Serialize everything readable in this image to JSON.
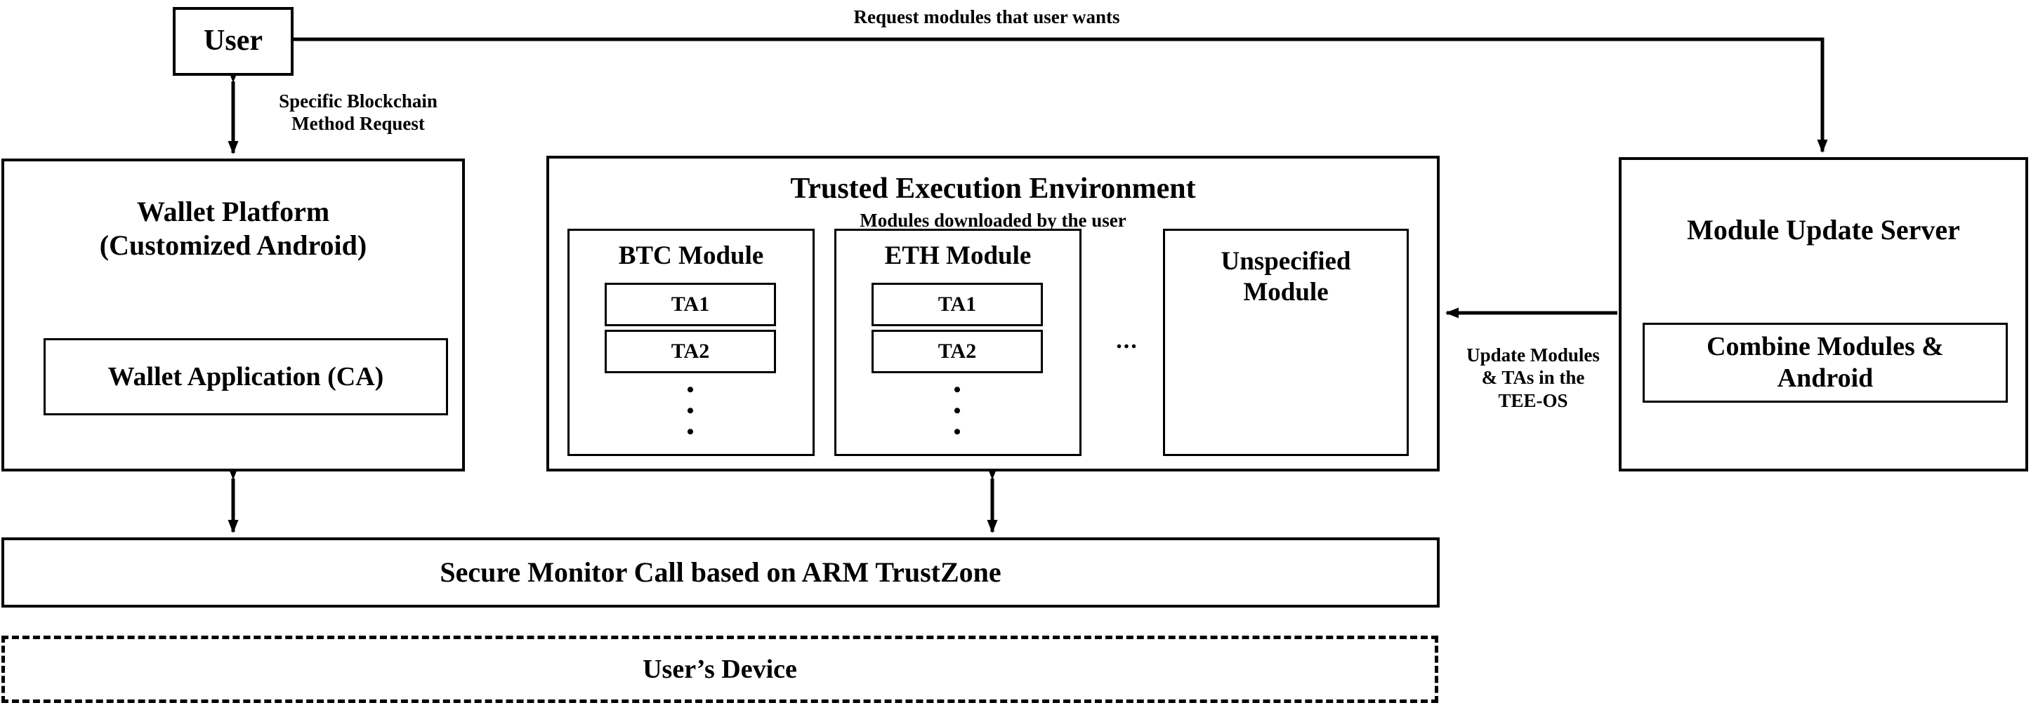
{
  "diagram": {
    "title": "Modular blockchain wallet architecture on ARM TrustZone",
    "nodes": {
      "user": {
        "label": "User"
      },
      "wallet_platform": {
        "label_line1": "Wallet Platform",
        "label_line2": "(Customized Android)",
        "inner": {
          "label": "Wallet Application (CA)"
        }
      },
      "tee": {
        "title": "Trusted Execution Environment",
        "subtitle": "Modules downloaded by the user",
        "ellipsis": "...",
        "modules": [
          {
            "name": "BTC Module",
            "tas": [
              "TA1",
              "TA2"
            ],
            "more": "•\n•\n•"
          },
          {
            "name": "ETH Module",
            "tas": [
              "TA1",
              "TA2"
            ],
            "more": "•\n•\n•"
          }
        ],
        "unspecified": {
          "label_line1": "Unspecified",
          "label_line2": "Module"
        }
      },
      "module_update_server": {
        "label": "Module Update Server",
        "inner": {
          "label_line1": "Combine Modules &",
          "label_line2": "Android"
        }
      },
      "secure_monitor": {
        "label": "Secure Monitor Call based on ARM TrustZone"
      },
      "user_device": {
        "label": "User’s Device"
      }
    },
    "edges": {
      "request_modules": {
        "label": "Request modules that user wants"
      },
      "blockchain_request": {
        "label_line1": "Specific Blockchain",
        "label_line2": "Method Request"
      },
      "update_modules": {
        "label_line1": "Update Modules",
        "label_line2": "& TAs in the",
        "label_line3": "TEE-OS"
      }
    },
    "colors": {
      "stroke": "#000000",
      "background": "#ffffff"
    }
  }
}
